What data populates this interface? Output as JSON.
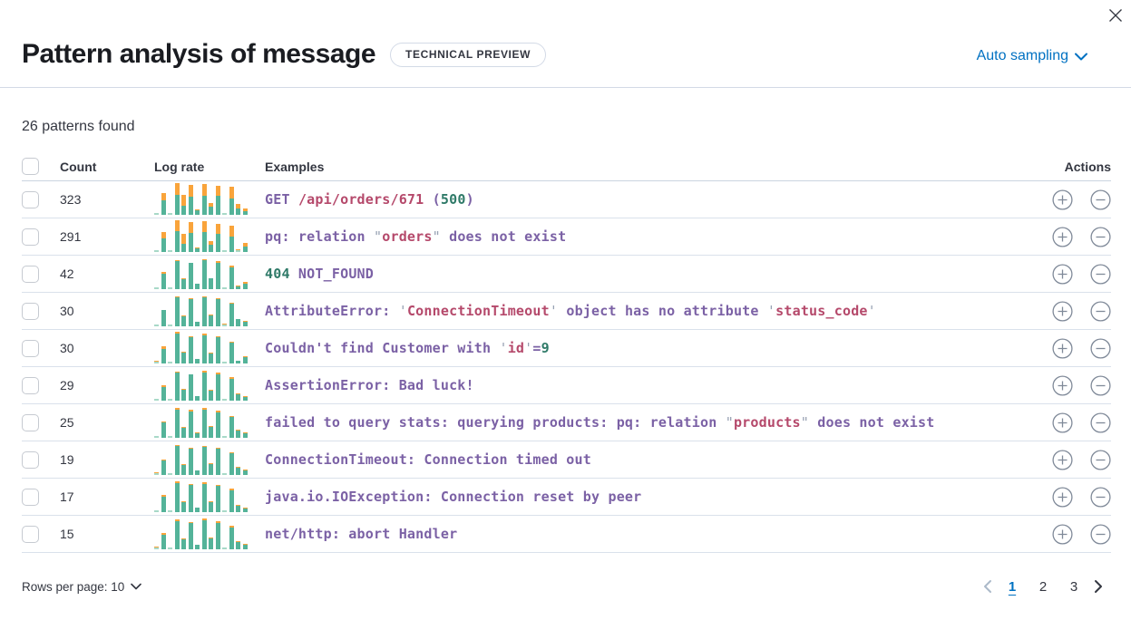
{
  "header": {
    "title": "Pattern analysis of message",
    "badge": "TECHNICAL PREVIEW",
    "sampling_label": "Auto sampling"
  },
  "summary": "26 patterns found",
  "table": {
    "columns": {
      "count": "Count",
      "log_rate": "Log rate",
      "examples": "Examples",
      "actions": "Actions"
    },
    "rows": [
      {
        "count": "323",
        "bars": [
          [
            2,
            0
          ],
          [
            16,
            8
          ],
          [
            2,
            0
          ],
          [
            22,
            13
          ],
          [
            10,
            12
          ],
          [
            20,
            13
          ],
          [
            5,
            1
          ],
          [
            21,
            13
          ],
          [
            9,
            4
          ],
          [
            21,
            11
          ],
          [
            2,
            0
          ],
          [
            18,
            13
          ],
          [
            7,
            5
          ],
          [
            4,
            3
          ]
        ],
        "example": [
          [
            "GET ",
            "p"
          ],
          [
            "/api/orders/671",
            "c"
          ],
          [
            " (",
            "p"
          ],
          [
            "500",
            "t"
          ],
          [
            ")",
            "p"
          ]
        ]
      },
      {
        "count": "291",
        "bars": [
          [
            2,
            0
          ],
          [
            15,
            7
          ],
          [
            2,
            0
          ],
          [
            23,
            12
          ],
          [
            9,
            11
          ],
          [
            21,
            12
          ],
          [
            4,
            1
          ],
          [
            22,
            12
          ],
          [
            8,
            4
          ],
          [
            20,
            11
          ],
          [
            2,
            0
          ],
          [
            17,
            12
          ],
          [
            2,
            1
          ],
          [
            6,
            4
          ]
        ],
        "example": [
          [
            "pq: relation ",
            "p"
          ],
          [
            "\"",
            "g"
          ],
          [
            "orders",
            "c"
          ],
          [
            "\"",
            "g"
          ],
          [
            " does not exist",
            "p"
          ]
        ]
      },
      {
        "count": "42",
        "bars": [
          [
            2,
            0
          ],
          [
            17,
            2
          ],
          [
            2,
            0
          ],
          [
            31,
            1
          ],
          [
            11,
            1
          ],
          [
            29,
            0
          ],
          [
            6,
            0
          ],
          [
            32,
            1
          ],
          [
            12,
            0
          ],
          [
            29,
            2
          ],
          [
            2,
            0
          ],
          [
            24,
            2
          ],
          [
            3,
            1
          ],
          [
            6,
            2
          ]
        ],
        "example": [
          [
            "404",
            "t"
          ],
          [
            " NOT_FOUND",
            "p"
          ]
        ]
      },
      {
        "count": "30",
        "bars": [
          [
            2,
            0
          ],
          [
            18,
            0
          ],
          [
            2,
            0
          ],
          [
            32,
            1
          ],
          [
            11,
            1
          ],
          [
            30,
            1
          ],
          [
            5,
            0
          ],
          [
            32,
            1
          ],
          [
            12,
            1
          ],
          [
            30,
            1
          ],
          [
            2,
            1
          ],
          [
            25,
            1
          ],
          [
            8,
            0
          ],
          [
            5,
            1
          ]
        ],
        "example": [
          [
            "AttributeError: ",
            "p"
          ],
          [
            "'",
            "g"
          ],
          [
            "ConnectionTimeout",
            "c"
          ],
          [
            "'",
            "g"
          ],
          [
            " object has no attribute ",
            "p"
          ],
          [
            "'",
            "g"
          ],
          [
            "status_code",
            "c"
          ],
          [
            "'",
            "g"
          ]
        ]
      },
      {
        "count": "30",
        "bars": [
          [
            2,
            1
          ],
          [
            16,
            3
          ],
          [
            2,
            0
          ],
          [
            33,
            2
          ],
          [
            12,
            1
          ],
          [
            29,
            1
          ],
          [
            5,
            0
          ],
          [
            31,
            2
          ],
          [
            11,
            1
          ],
          [
            29,
            1
          ],
          [
            2,
            0
          ],
          [
            23,
            1
          ],
          [
            3,
            0
          ],
          [
            7,
            1
          ]
        ],
        "example": [
          [
            "Couldn't find Customer with ",
            "p"
          ],
          [
            "'",
            "g"
          ],
          [
            "id",
            "c"
          ],
          [
            "'",
            "g"
          ],
          [
            "=",
            "p"
          ],
          [
            "9",
            "t"
          ]
        ]
      },
      {
        "count": "29",
        "bars": [
          [
            2,
            0
          ],
          [
            15,
            2
          ],
          [
            2,
            0
          ],
          [
            31,
            1
          ],
          [
            12,
            1
          ],
          [
            29,
            0
          ],
          [
            5,
            0
          ],
          [
            31,
            2
          ],
          [
            11,
            1
          ],
          [
            29,
            2
          ],
          [
            2,
            0
          ],
          [
            24,
            2
          ],
          [
            7,
            1
          ],
          [
            4,
            1
          ]
        ],
        "example": [
          [
            "AssertionError: Bad luck!",
            "p"
          ]
        ]
      },
      {
        "count": "25",
        "bars": [
          [
            2,
            0
          ],
          [
            17,
            1
          ],
          [
            2,
            0
          ],
          [
            31,
            2
          ],
          [
            11,
            1
          ],
          [
            29,
            2
          ],
          [
            5,
            1
          ],
          [
            31,
            2
          ],
          [
            12,
            1
          ],
          [
            28,
            2
          ],
          [
            2,
            0
          ],
          [
            23,
            1
          ],
          [
            8,
            1
          ],
          [
            5,
            1
          ]
        ],
        "example": [
          [
            "failed to query stats: querying products: pq: relation ",
            "p"
          ],
          [
            "\"",
            "g"
          ],
          [
            "products",
            "c"
          ],
          [
            "\"",
            "g"
          ],
          [
            " does not exist",
            "p"
          ]
        ]
      },
      {
        "count": "19",
        "bars": [
          [
            2,
            1
          ],
          [
            16,
            1
          ],
          [
            2,
            0
          ],
          [
            32,
            1
          ],
          [
            11,
            1
          ],
          [
            29,
            1
          ],
          [
            5,
            0
          ],
          [
            31,
            1
          ],
          [
            12,
            1
          ],
          [
            29,
            1
          ],
          [
            2,
            0
          ],
          [
            24,
            1
          ],
          [
            8,
            1
          ],
          [
            5,
            1
          ]
        ],
        "example": [
          [
            "ConnectionTimeout: Connection timed out",
            "p"
          ]
        ]
      },
      {
        "count": "17",
        "bars": [
          [
            2,
            0
          ],
          [
            17,
            2
          ],
          [
            2,
            0
          ],
          [
            32,
            2
          ],
          [
            11,
            1
          ],
          [
            30,
            1
          ],
          [
            5,
            0
          ],
          [
            31,
            2
          ],
          [
            11,
            1
          ],
          [
            29,
            1
          ],
          [
            2,
            0
          ],
          [
            24,
            2
          ],
          [
            7,
            1
          ],
          [
            4,
            1
          ]
        ],
        "example": [
          [
            "java.io.IOException: Connection reset by peer",
            "p"
          ]
        ]
      },
      {
        "count": "15",
        "bars": [
          [
            2,
            1
          ],
          [
            16,
            2
          ],
          [
            2,
            0
          ],
          [
            31,
            2
          ],
          [
            11,
            1
          ],
          [
            29,
            1
          ],
          [
            5,
            0
          ],
          [
            32,
            2
          ],
          [
            12,
            1
          ],
          [
            29,
            2
          ],
          [
            2,
            0
          ],
          [
            24,
            2
          ],
          [
            8,
            1
          ],
          [
            5,
            1
          ]
        ],
        "example": [
          [
            "net/http: abort Handler",
            "p"
          ]
        ]
      }
    ]
  },
  "footer": {
    "rows_per_page_label": "Rows per page: 10",
    "pagination": {
      "pages": [
        "1",
        "2",
        "3"
      ],
      "active_page": "1"
    }
  },
  "colors": {
    "blue": "#0071C2",
    "purple": "#7B61A5",
    "crimson": "#B5496B",
    "teal_text": "#2F7A68",
    "quote_gray": "#97A1B3",
    "bar_teal": "#54B399",
    "bar_teal_light": "#A8D9C8",
    "bar_orange": "#F9A43B",
    "icon_gray": "#808A99"
  }
}
